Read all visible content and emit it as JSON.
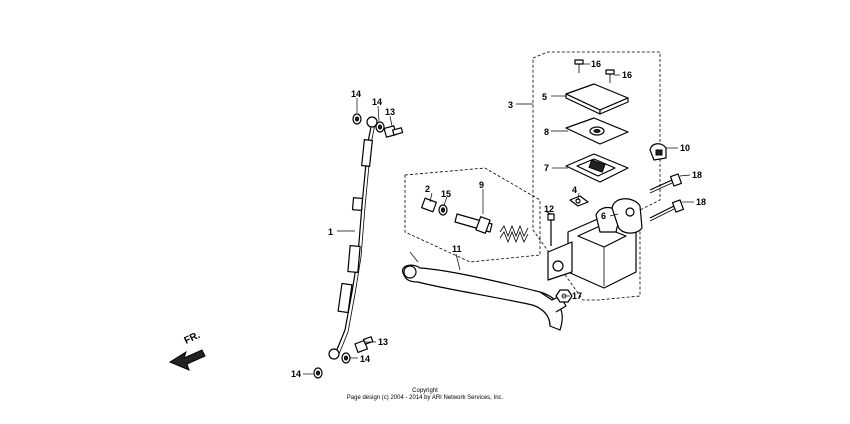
{
  "callouts": [
    {
      "id": "c1",
      "label": "1"
    },
    {
      "id": "c2",
      "label": "2"
    },
    {
      "id": "c3",
      "label": "3"
    },
    {
      "id": "c4",
      "label": "4"
    },
    {
      "id": "c5",
      "label": "5"
    },
    {
      "id": "c6",
      "label": "6"
    },
    {
      "id": "c7",
      "label": "7"
    },
    {
      "id": "c8",
      "label": "8"
    },
    {
      "id": "c9",
      "label": "9"
    },
    {
      "id": "c10",
      "label": "10"
    },
    {
      "id": "c11",
      "label": "11"
    },
    {
      "id": "c12",
      "label": "12"
    },
    {
      "id": "c13a",
      "label": "13"
    },
    {
      "id": "c13b",
      "label": "13"
    },
    {
      "id": "c14a",
      "label": "14"
    },
    {
      "id": "c14b",
      "label": "14"
    },
    {
      "id": "c14c",
      "label": "14"
    },
    {
      "id": "c14d",
      "label": "14"
    },
    {
      "id": "c15",
      "label": "15"
    },
    {
      "id": "c16a",
      "label": "16"
    },
    {
      "id": "c16b",
      "label": "16"
    },
    {
      "id": "c17",
      "label": "17"
    },
    {
      "id": "c18a",
      "label": "18"
    },
    {
      "id": "c18b",
      "label": "18"
    }
  ],
  "direction_label": "FR.",
  "copyright": {
    "line1": "Copyright",
    "line2": "Page design (c) 2004 - 2014 by ARI Network Services, Inc."
  }
}
